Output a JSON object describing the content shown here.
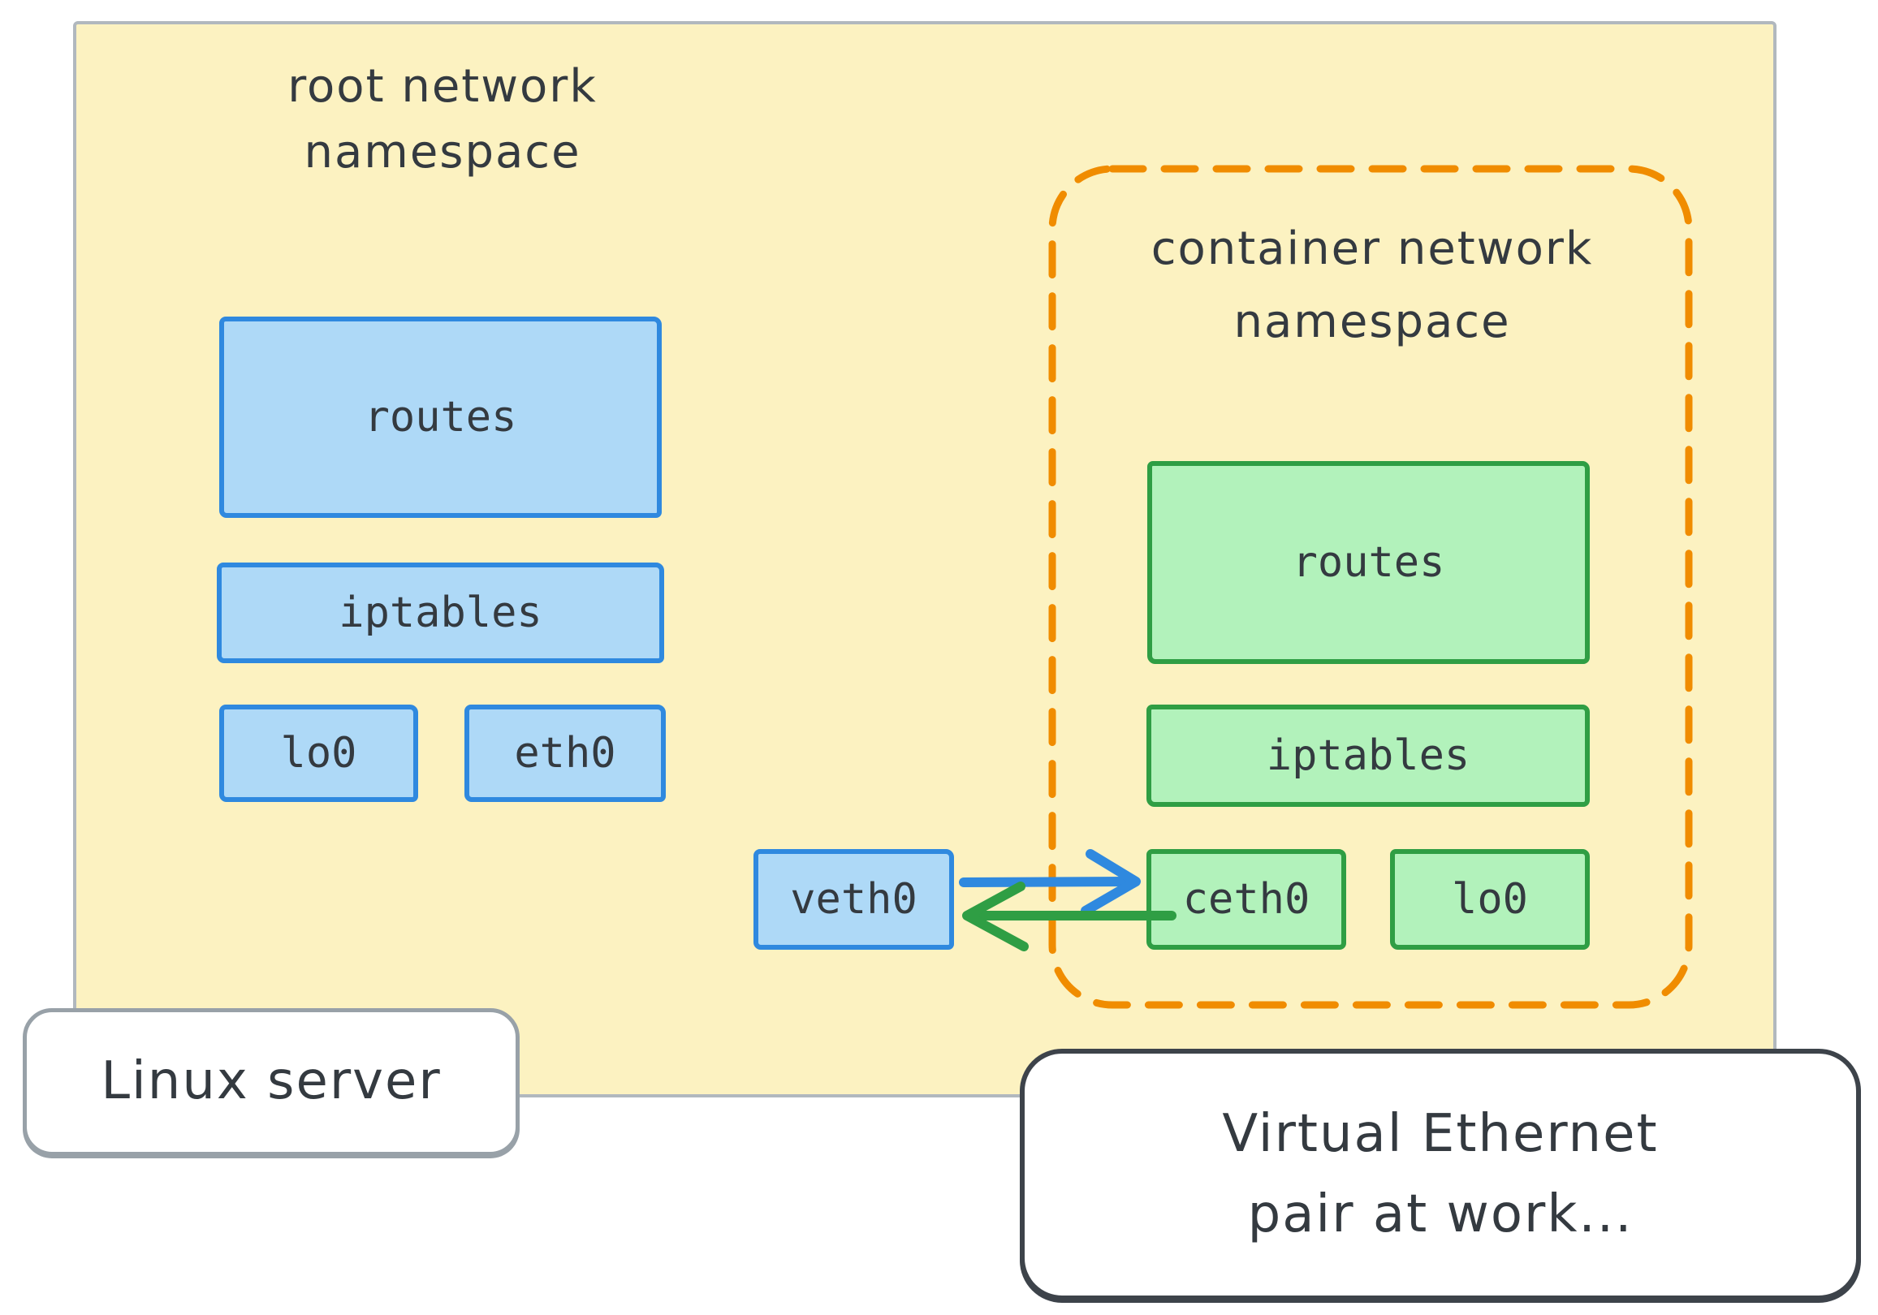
{
  "diagram": {
    "root_ns": {
      "title": [
        "root network",
        "namespace"
      ],
      "routes_label": "routes",
      "iptables_label": "iptables",
      "lo0_label": "lo0",
      "eth0_label": "eth0"
    },
    "container_ns": {
      "title": [
        "container network",
        "namespace"
      ],
      "routes_label": "routes",
      "iptables_label": "iptables",
      "ceth0_label": "ceth0",
      "lo0_label": "lo0"
    },
    "veth0_label": "veth0",
    "server_label": "Linux server",
    "caption": [
      "Virtual Ethernet",
      "pair at work..."
    ]
  },
  "colors": {
    "panel_bg": "#fcf2c1",
    "panel_border": "#b1b8be",
    "blue_fill": "#aed9f7",
    "blue_stroke": "#2f89df",
    "green_fill": "#b2f2bb",
    "green_stroke": "#2f9e44",
    "orange": "#f08c00",
    "text": "#343a40"
  }
}
